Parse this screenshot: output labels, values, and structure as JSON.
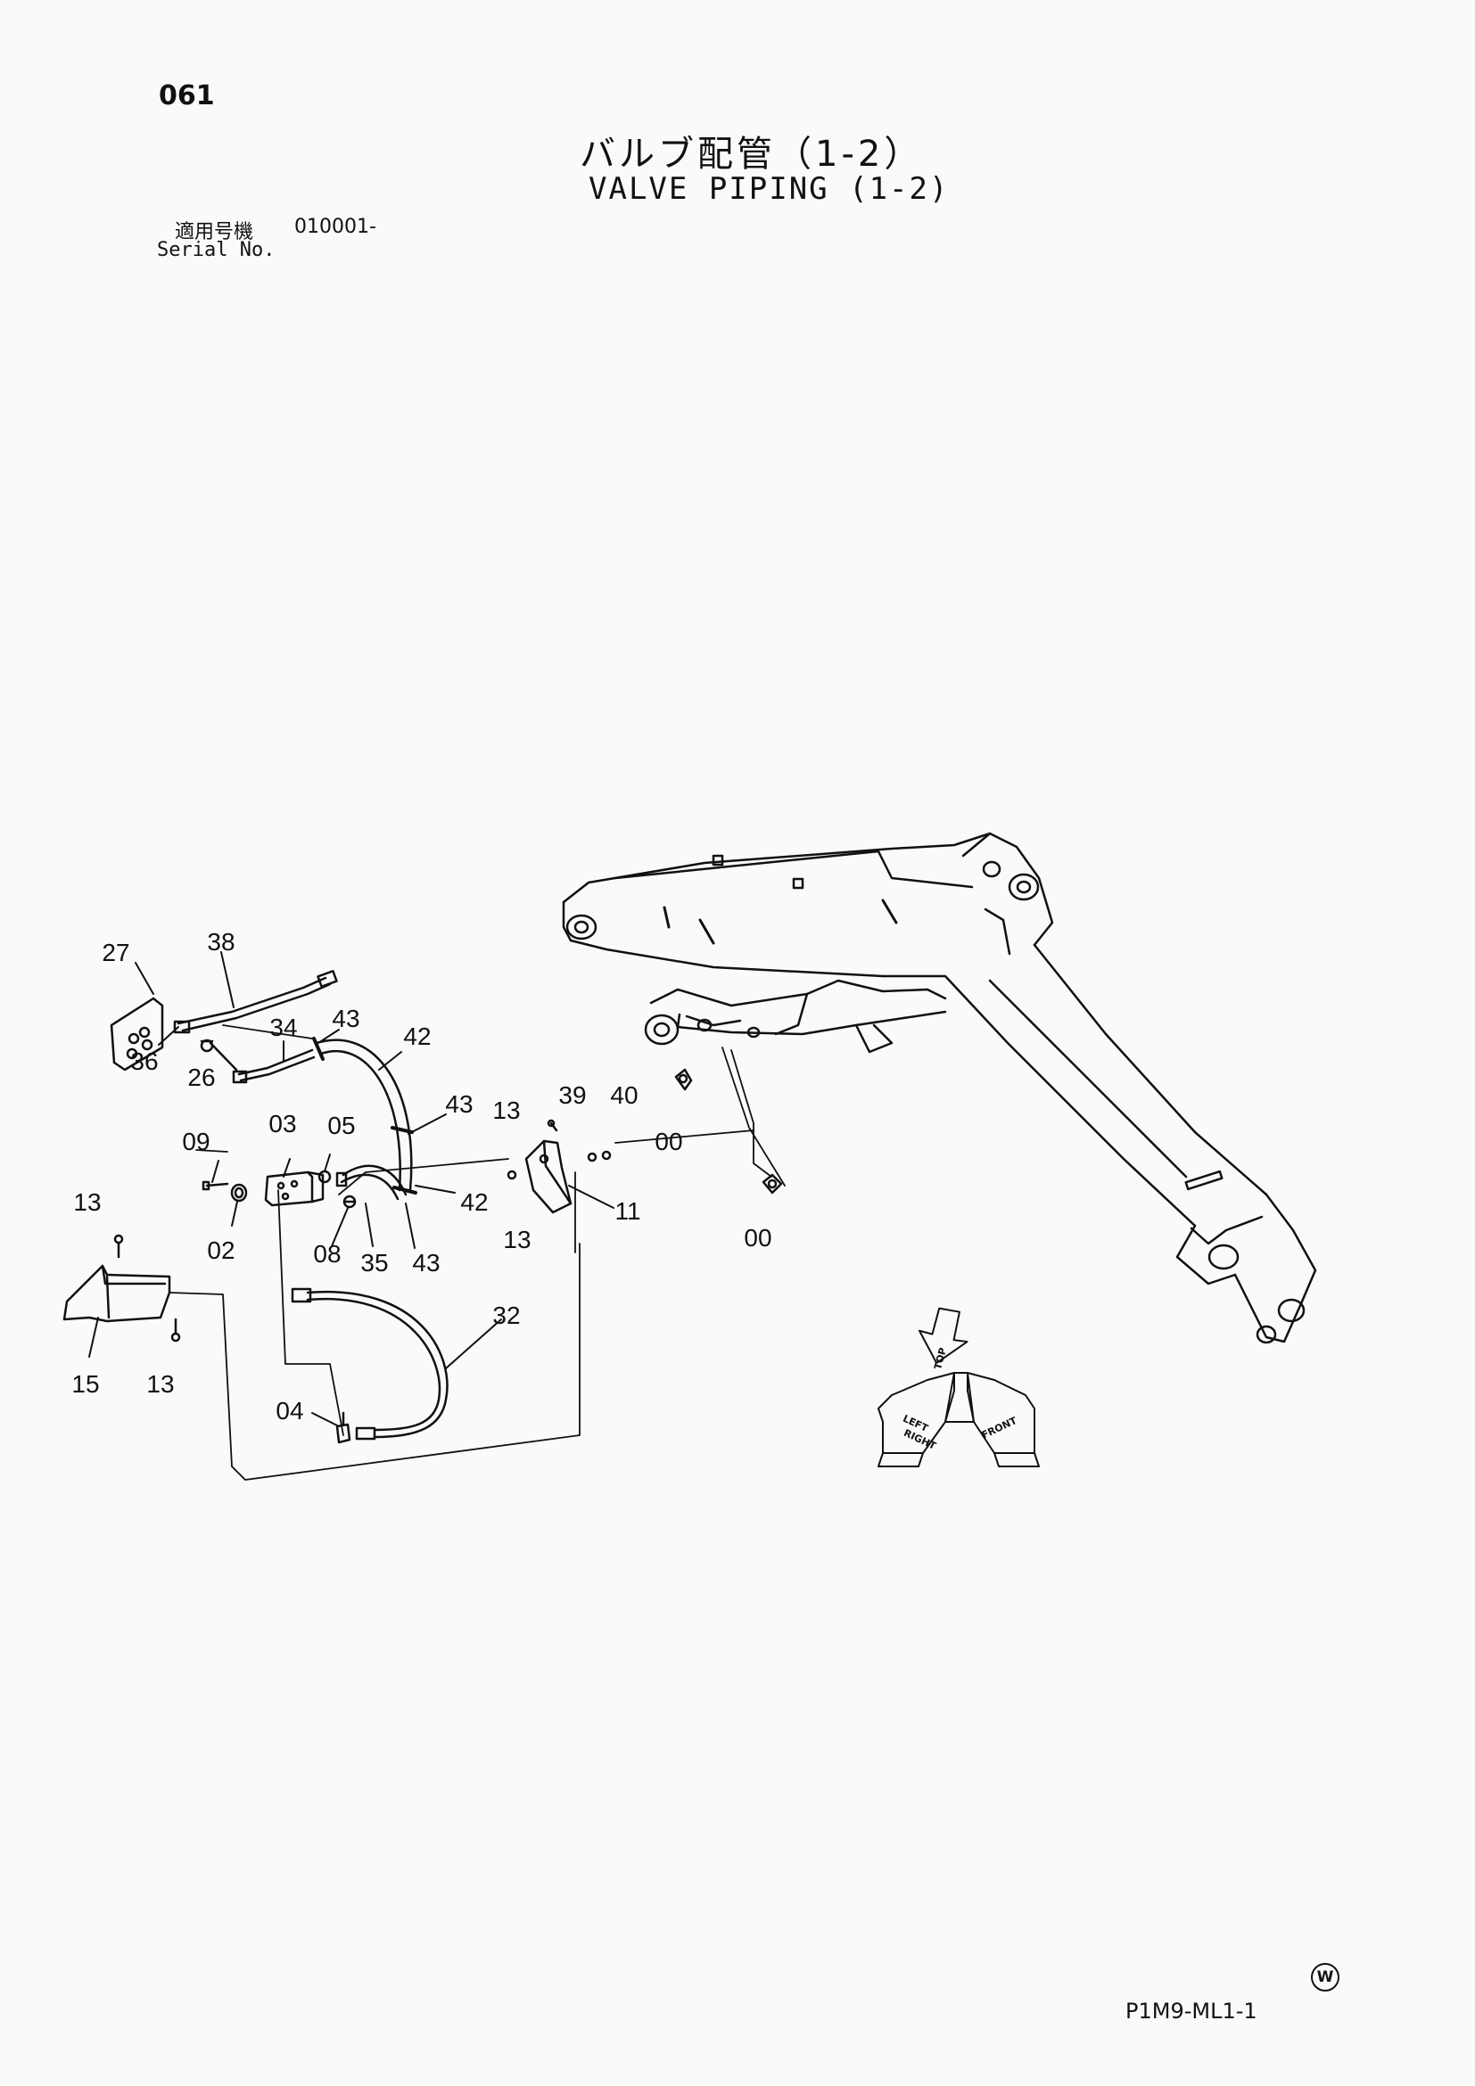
{
  "header": {
    "page_number": "061",
    "title_jp": "バルブ配管（1-2）",
    "title_en": "VALVE PIPING (1-2)",
    "serial_label_jp": "適用号機",
    "serial_value": "010001-",
    "serial_label_en": "Serial No."
  },
  "callouts": [
    {
      "id": "c27",
      "text": "27"
    },
    {
      "id": "c38",
      "text": "38"
    },
    {
      "id": "c43a",
      "text": "43"
    },
    {
      "id": "c34",
      "text": "34"
    },
    {
      "id": "c42a",
      "text": "42"
    },
    {
      "id": "c36",
      "text": "36"
    },
    {
      "id": "c26",
      "text": "26"
    },
    {
      "id": "c43b",
      "text": "43"
    },
    {
      "id": "c13a",
      "text": "13"
    },
    {
      "id": "c39",
      "text": "39"
    },
    {
      "id": "c40",
      "text": "40"
    },
    {
      "id": "c09",
      "text": "09"
    },
    {
      "id": "c03",
      "text": "03"
    },
    {
      "id": "c05",
      "text": "05"
    },
    {
      "id": "c00a",
      "text": "00"
    },
    {
      "id": "c13b",
      "text": "13"
    },
    {
      "id": "c42b",
      "text": "42"
    },
    {
      "id": "c11",
      "text": "11"
    },
    {
      "id": "c02",
      "text": "02"
    },
    {
      "id": "c08",
      "text": "08"
    },
    {
      "id": "c35",
      "text": "35"
    },
    {
      "id": "c43c",
      "text": "43"
    },
    {
      "id": "c13c",
      "text": "13"
    },
    {
      "id": "c00b",
      "text": "00"
    },
    {
      "id": "c32",
      "text": "32"
    },
    {
      "id": "c15",
      "text": "15"
    },
    {
      "id": "c13d",
      "text": "13"
    },
    {
      "id": "c04",
      "text": "04"
    }
  ],
  "direction_indicator": {
    "labels": [
      "TOP",
      "LEFT",
      "RIGHT",
      "FRONT"
    ]
  },
  "footer": {
    "doc_code": "P1M9-ML1-1",
    "watermark_symbol": "W"
  }
}
